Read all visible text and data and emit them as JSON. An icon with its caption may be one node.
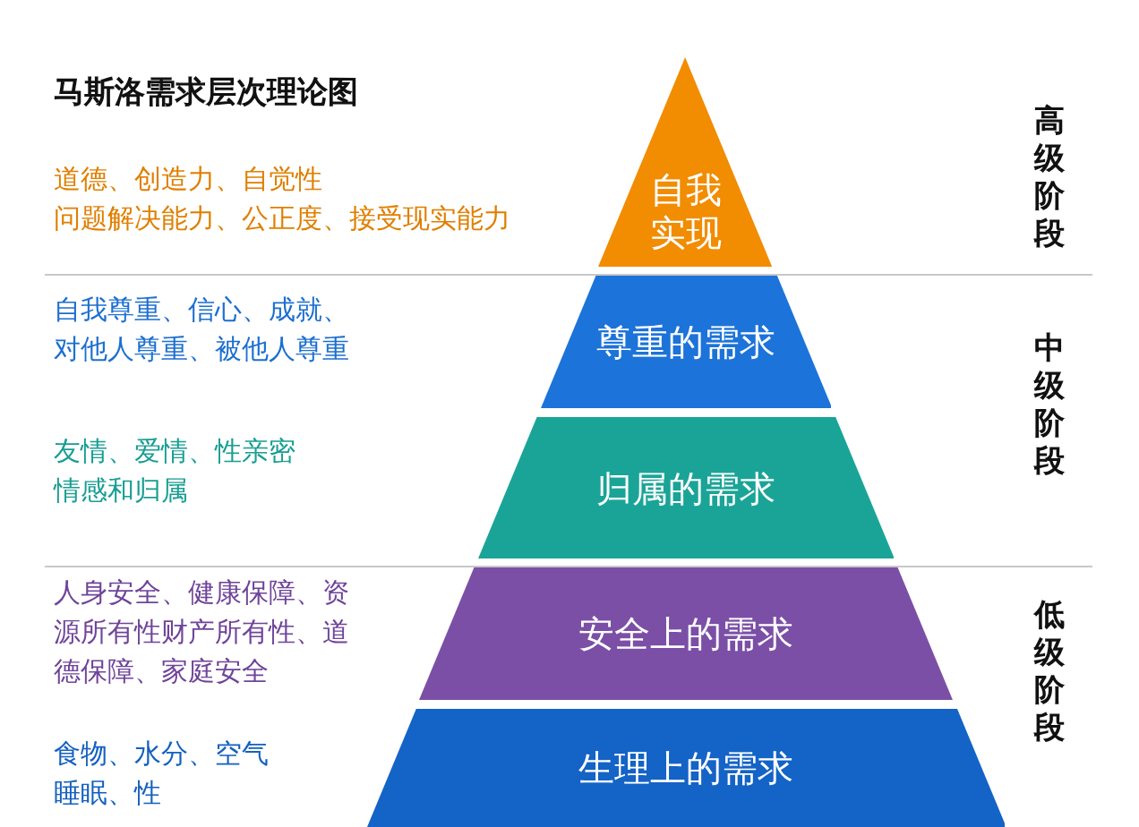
{
  "diagram": {
    "title": "马斯洛需求层次理论图",
    "nodes": [
      {
        "text": [
          "自我实现"
        ]
      },
      {
        "text": [
          "尊重的需求"
        ]
      },
      {
        "text": [
          "归属的需求"
        ]
      },
      {
        "text": [
          "安全上的需求"
        ]
      },
      {
        "text": [
          "生理上的需求"
        ]
      }
    ],
    "edges": [],
    "labels": [
      "道德、创造力、自觉性",
      "问题解决能力、公正度、接受现实能力",
      "自我尊重、信心、成就、对他人尊重、被他人尊重",
      "友情、爱情、性亲密",
      "情感和归属",
      "人身安全、健康保障、资源所有性财产所有性、道德保障、家庭安全",
      "食物、水分、空气",
      "睡眠、性",
      "高级阶段",
      "中级阶段",
      "低级阶段"
    ]
  }
}
